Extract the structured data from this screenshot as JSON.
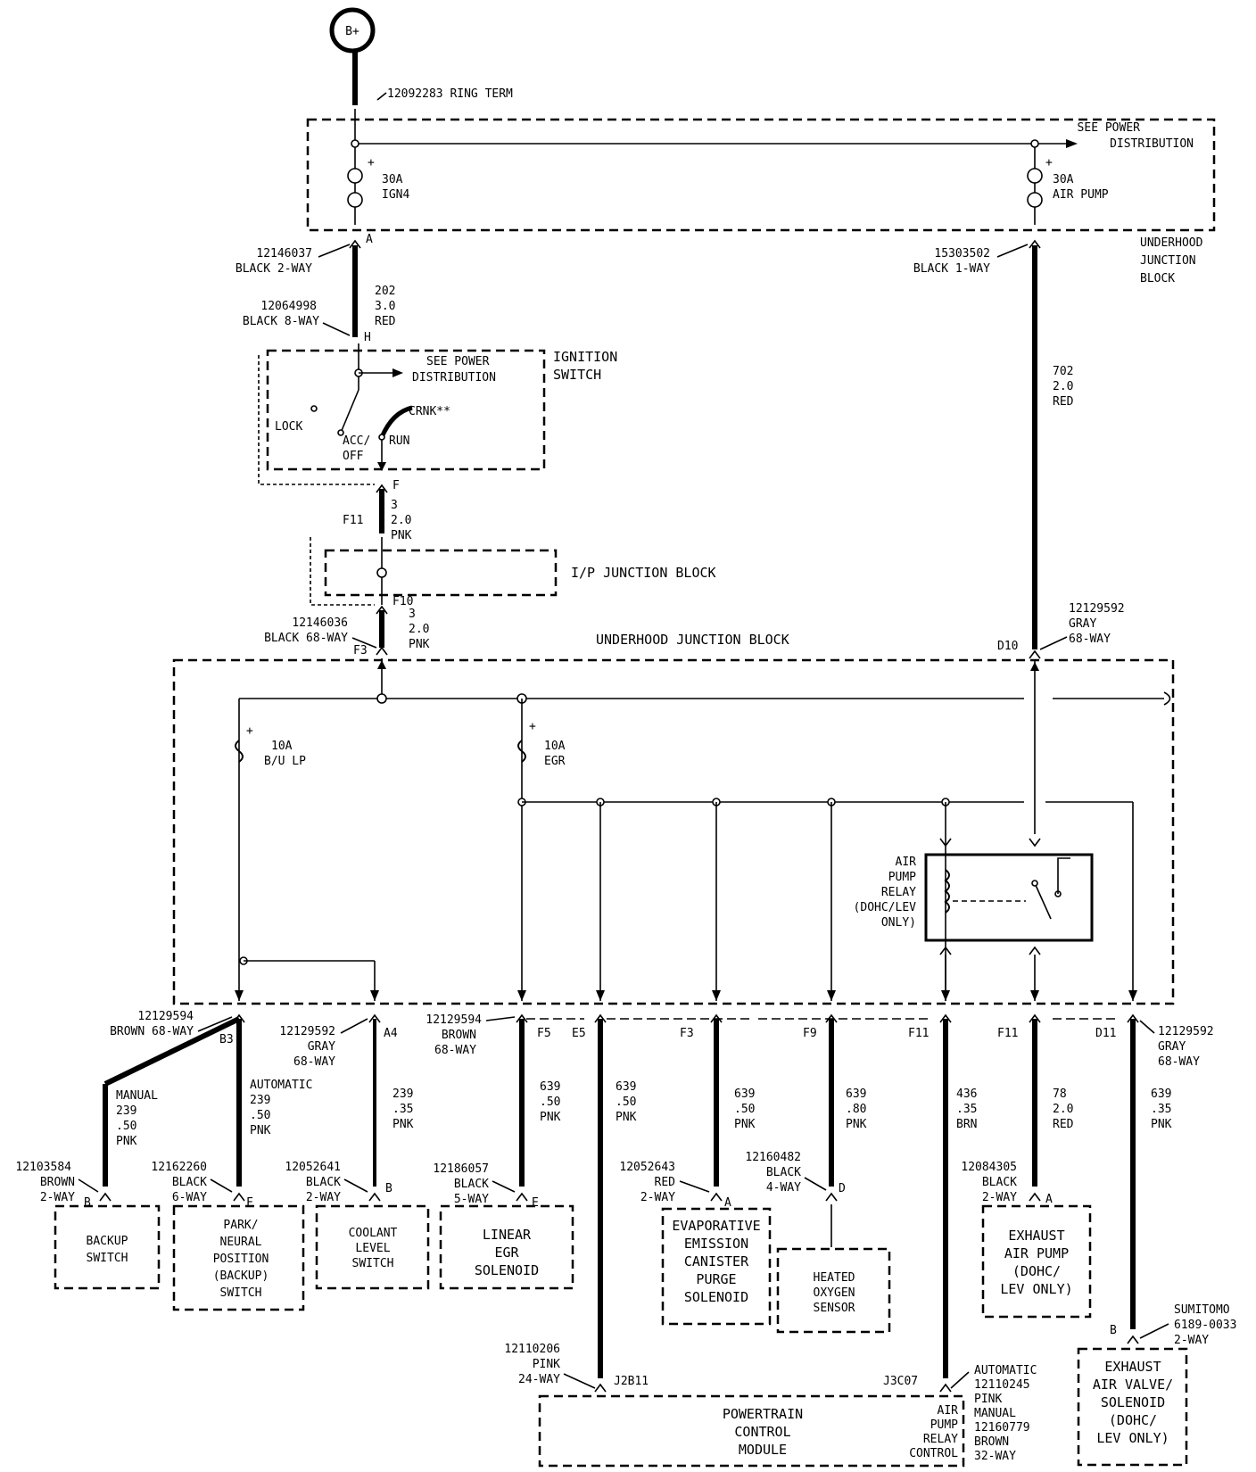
{
  "battery": "B+",
  "ring_term": "12092283  RING TERM",
  "top_block": {
    "see_power": [
      "SEE POWER",
      "DISTRIBUTION"
    ],
    "fuse_ign4": [
      "30A",
      "IGN4"
    ],
    "fuse_air_pump": [
      "30A",
      "AIR PUMP"
    ],
    "name": [
      "UNDERHOOD",
      "JUNCTION",
      "BLOCK"
    ],
    "pin_a": "A"
  },
  "conn_left_top": [
    "12146037",
    "BLACK 2-WAY"
  ],
  "conn_left_8way": [
    "12064998",
    "BLACK 8-WAY"
  ],
  "wire_202": [
    "202",
    "3.0",
    "RED"
  ],
  "pin_h": "H",
  "conn_right_top": [
    "15303502",
    "BLACK 1-WAY"
  ],
  "wire_702": [
    "702",
    "2.0",
    "RED"
  ],
  "ignition": {
    "see_power": [
      "SEE POWER",
      "DISTRIBUTION"
    ],
    "name": [
      "IGNITION",
      "SWITCH"
    ],
    "lock": "LOCK",
    "acc_off": [
      "ACC/",
      "OFF"
    ],
    "run": "RUN",
    "crnk": "CRNK**"
  },
  "pin_f": "F",
  "wire_3a": [
    "3",
    "2.0",
    "PNK"
  ],
  "pin_f11": "F11",
  "ip_block": "I/P JUNCTION BLOCK",
  "pin_f10": "F10",
  "conn_68way_left": [
    "12146036",
    "BLACK 68-WAY"
  ],
  "pin_f3_top": "F3",
  "wire_3b": [
    "3",
    "2.0",
    "PNK"
  ],
  "underhood_block": "UNDERHOOD JUNCTION BLOCK",
  "pin_d10": "D10",
  "conn_gray_right_top": [
    "12129592",
    "GRAY",
    "68-WAY"
  ],
  "fuse_bu": [
    "10A",
    "B/U LP"
  ],
  "fuse_egr": [
    "10A",
    "EGR"
  ],
  "relay": [
    "AIR",
    "PUMP",
    "RELAY",
    "(DOHC/LEV",
    "ONLY)"
  ],
  "bottom_pins": {
    "b3": "B3",
    "a4": "A4",
    "f5": "F5",
    "e5": "E5",
    "f3": "F3",
    "f9": "F9",
    "f11a": "F11",
    "f11b": "F11",
    "d11": "D11"
  },
  "conn_brown_left": [
    "12129594",
    "BROWN 68-WAY"
  ],
  "conn_gray_mid": [
    "12129592",
    "GRAY",
    "68-WAY"
  ],
  "conn_brown_mid": [
    "12129594",
    "BROWN",
    "68-WAY"
  ],
  "conn_gray_right": [
    "12129592",
    "GRAY",
    "68-WAY"
  ],
  "wires": {
    "manual": [
      "MANUAL",
      "239",
      ".50",
      "PNK"
    ],
    "automatic": [
      "AUTOMATIC",
      "239",
      ".50",
      "PNK"
    ],
    "w239": [
      "239",
      ".35",
      "PNK"
    ],
    "w639a": [
      "639",
      ".50",
      "PNK"
    ],
    "w639b": [
      "639",
      ".50",
      "PNK"
    ],
    "w639c": [
      "639",
      ".50",
      "PNK"
    ],
    "w639d": [
      "639",
      ".80",
      "PNK"
    ],
    "w436": [
      "436",
      ".35",
      "BRN"
    ],
    "w78": [
      "78",
      "2.0",
      "RED"
    ],
    "w639e": [
      "639",
      ".35",
      "PNK"
    ]
  },
  "components": {
    "backup": {
      "conn": [
        "12103584",
        "BROWN",
        "2-WAY"
      ],
      "pin": "B",
      "name": [
        "BACKUP",
        "SWITCH"
      ]
    },
    "park": {
      "conn": [
        "12162260",
        "BLACK",
        "6-WAY"
      ],
      "pin": "F",
      "name": [
        "PARK/",
        "NEURAL",
        "POSITION",
        "(BACKUP)",
        "SWITCH"
      ]
    },
    "coolant": {
      "conn": [
        "12052641",
        "BLACK",
        "2-WAY"
      ],
      "pin": "B",
      "name": [
        "COOLANT",
        "LEVEL",
        "SWITCH"
      ]
    },
    "egr": {
      "conn": [
        "12186057",
        "BLACK",
        "5-WAY"
      ],
      "pin": "E",
      "name": [
        "LINEAR",
        "EGR",
        "SOLENOID"
      ]
    },
    "evap": {
      "conn": [
        "12052643",
        "RED",
        "2-WAY"
      ],
      "pin": "A",
      "name": [
        "EVAPORATIVE",
        "EMISSION",
        "CANISTER",
        "PURGE",
        "SOLENOID"
      ]
    },
    "oxygen": {
      "conn": [
        "12160482",
        "BLACK",
        "4-WAY"
      ],
      "pin": "D",
      "name": [
        "HEATED",
        "OXYGEN",
        "SENSOR"
      ]
    },
    "air_pump": {
      "conn": [
        "12084305",
        "BLACK",
        "2-WAY"
      ],
      "pin": "A",
      "name": [
        "EXHAUST",
        "AIR PUMP",
        "(DOHC/",
        "LEV ONLY)"
      ]
    },
    "air_valve": {
      "conn": [
        "SUMITOMO",
        "6189-0033",
        "2-WAY"
      ],
      "pin": "B",
      "name": [
        "EXHAUST",
        "AIR VALVE/",
        "SOLENOID",
        "(DOHC/",
        "LEV ONLY)"
      ]
    }
  },
  "pcm": {
    "conn_left": [
      "12110206",
      "PINK",
      "24-WAY"
    ],
    "pin_j2": "J2B11",
    "pin_j3": "J3C07",
    "name": [
      "POWERTRAIN",
      "CONTROL",
      "MODULE"
    ],
    "relay_ctrl": [
      "AIR",
      "PUMP",
      "RELAY",
      "CONTROL"
    ],
    "conn_right": [
      "AUTOMATIC",
      "12110245",
      "PINK",
      "MANUAL",
      "12160779",
      "BROWN",
      "32-WAY"
    ]
  }
}
